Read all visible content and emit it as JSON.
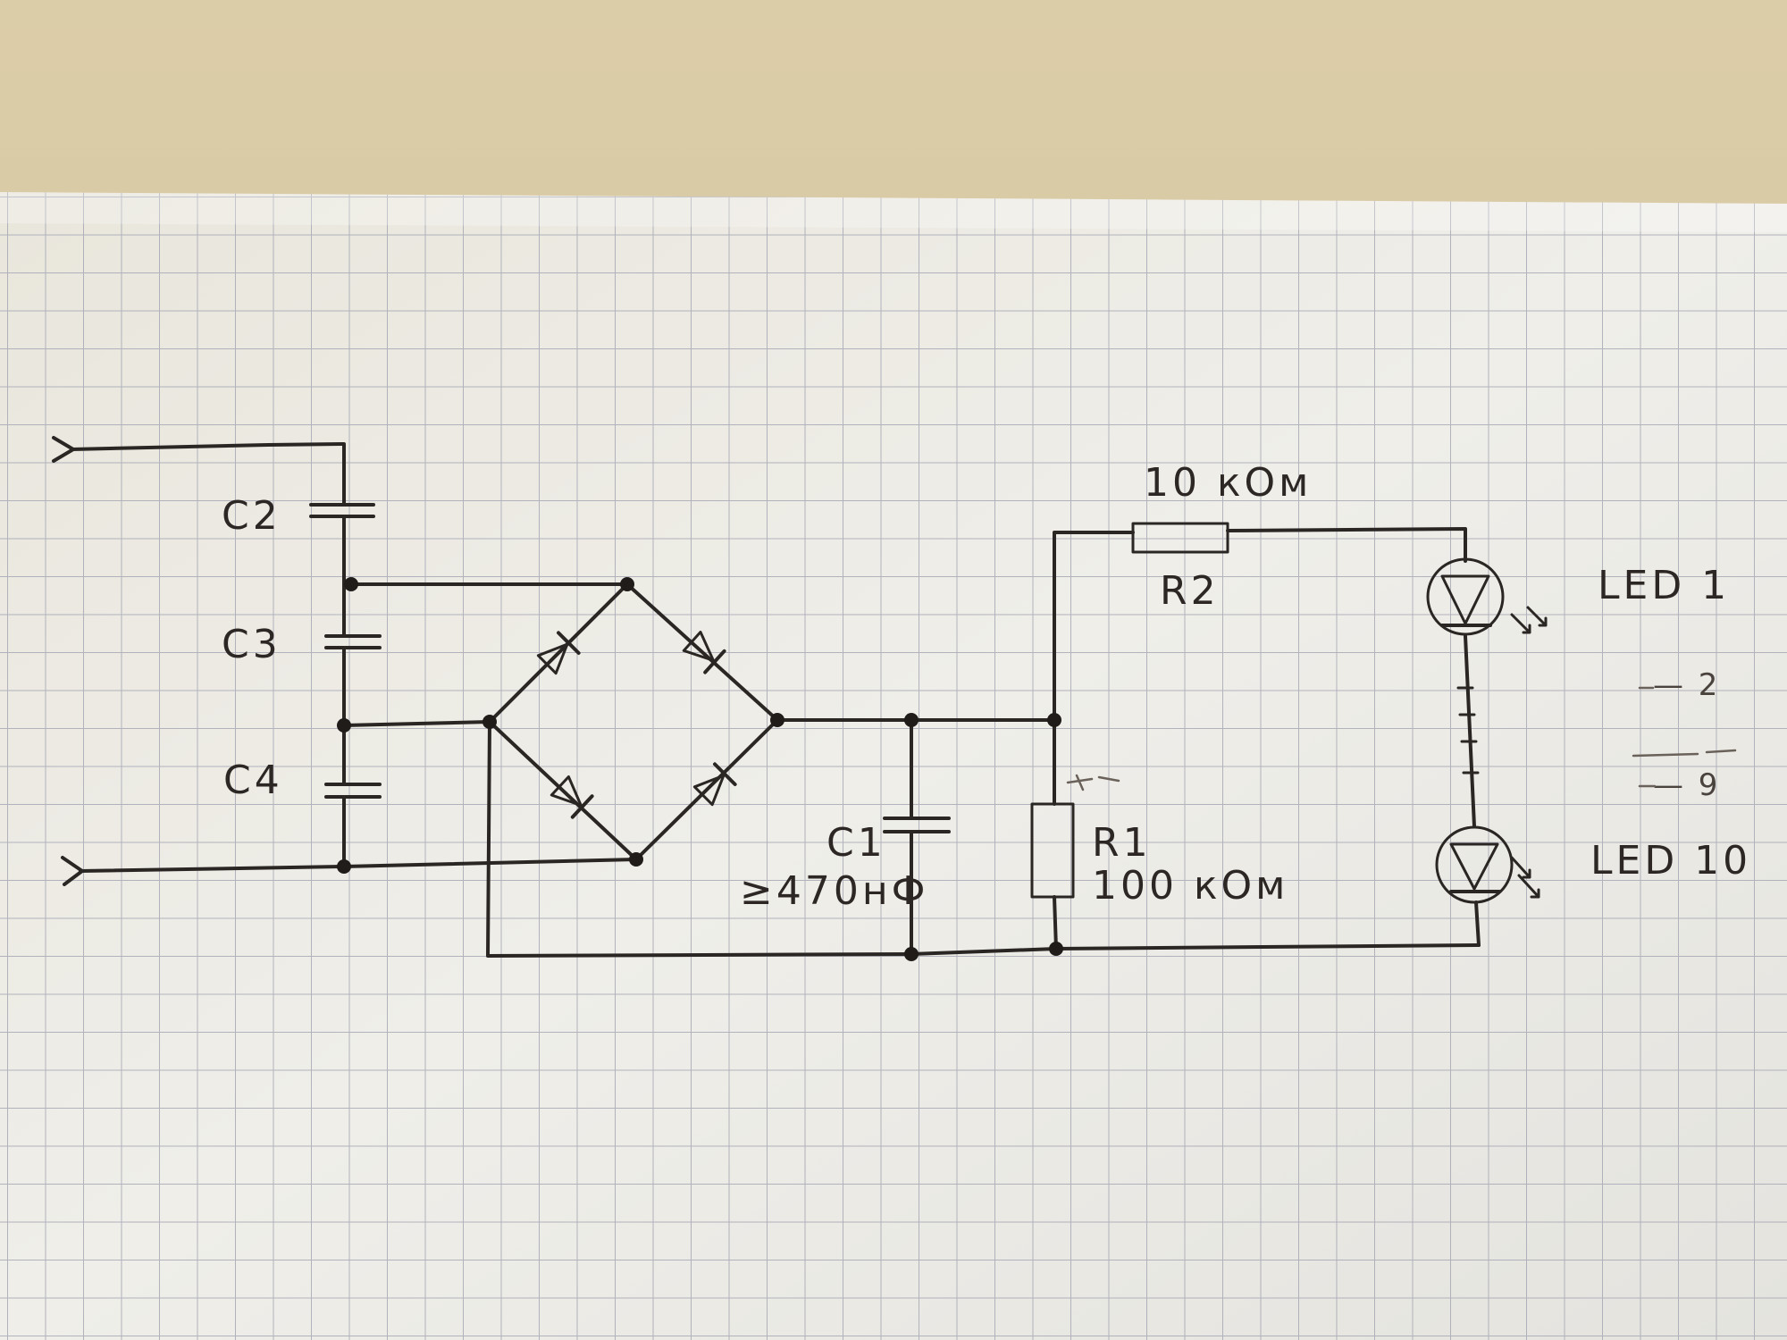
{
  "labels": {
    "c2": "C2",
    "c3": "C3",
    "c4": "C4",
    "c1": "C1",
    "c1_value": "≥470нФ",
    "r1": "R1",
    "r1_value": "100 кОм",
    "r2": "R2",
    "r2_value": "10 кОм",
    "led1": "LED 1",
    "led10": "LED 10",
    "led_2": "— 2",
    "led_9": "— 9"
  },
  "colors": {
    "wall": "#d8c9a6",
    "paper": "#ecebe6",
    "grid": "#a9a9b4",
    "ink": "#2a2623"
  }
}
